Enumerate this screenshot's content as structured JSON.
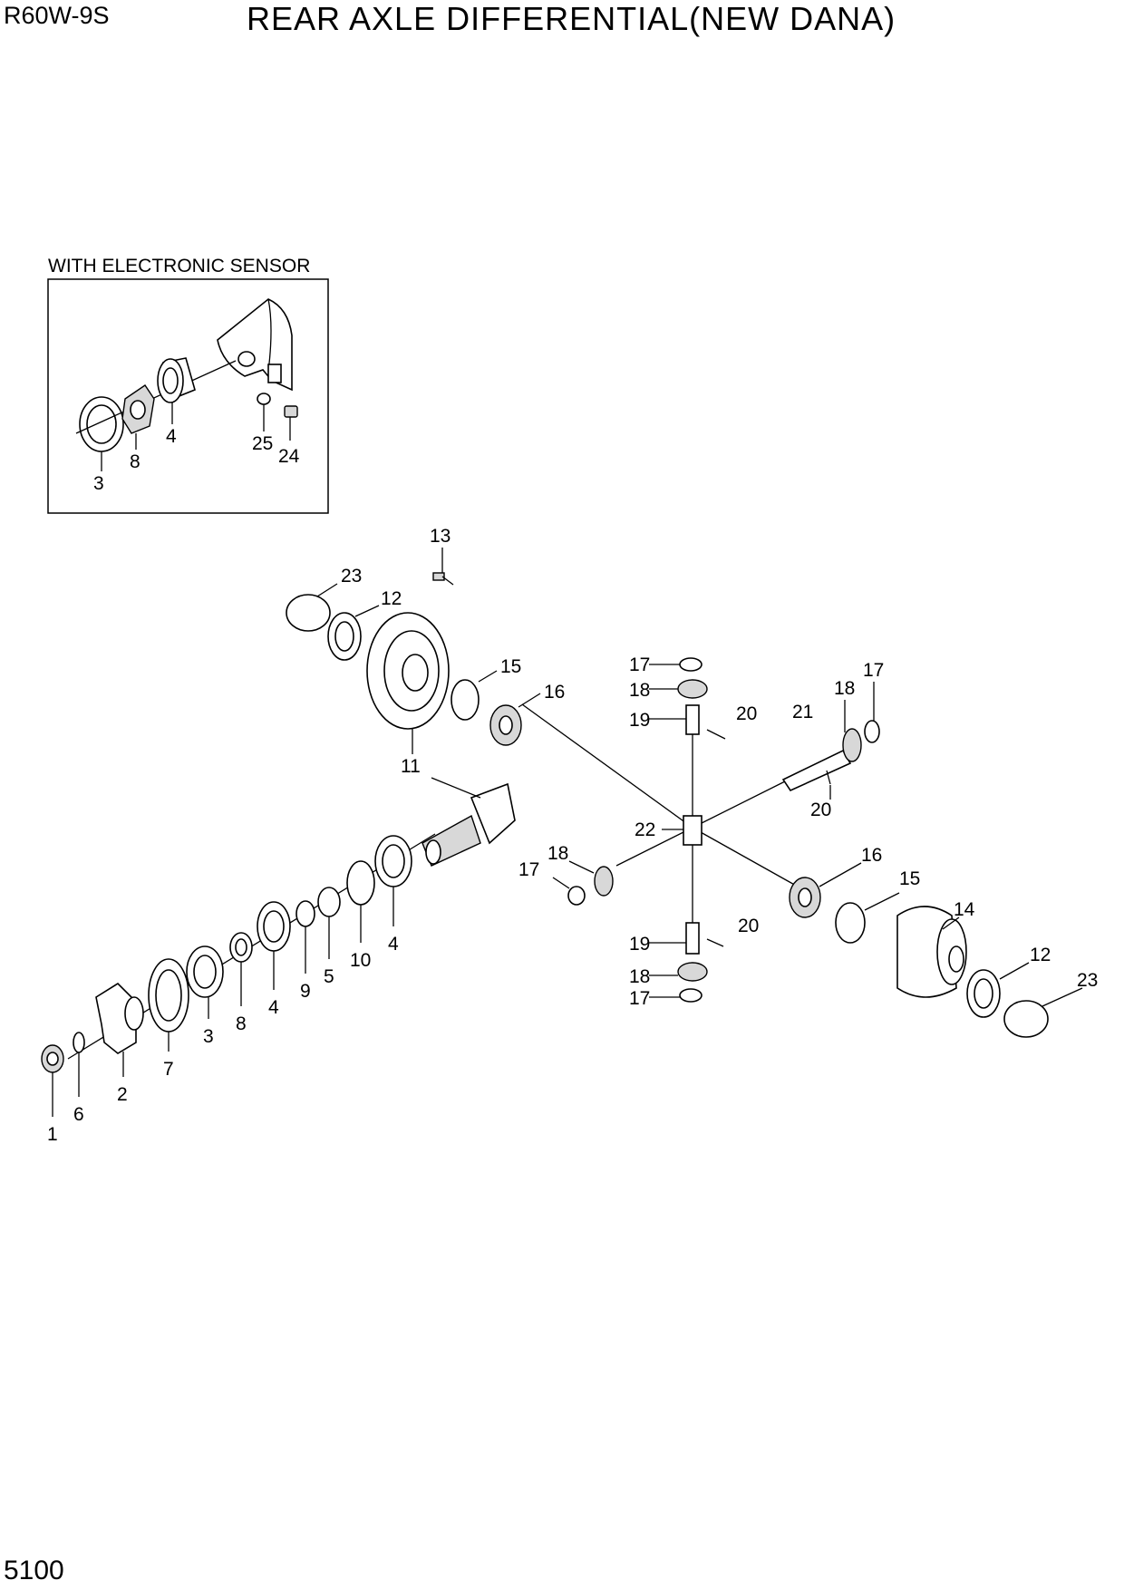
{
  "header": {
    "model": "R60W-9S",
    "title": "REAR AXLE DIFFERENTIAL(NEW DANA)"
  },
  "footer": {
    "page_number": "5100"
  },
  "inset": {
    "caption": "WITH ELECTRONIC SENSOR",
    "callouts": [
      "3",
      "8",
      "4",
      "25",
      "24"
    ]
  },
  "callouts": [
    "1",
    "6",
    "2",
    "7",
    "3",
    "8",
    "4",
    "9",
    "5",
    "10",
    "4",
    "11",
    "13",
    "23",
    "12",
    "15",
    "16",
    "17",
    "18",
    "19",
    "20",
    "21",
    "18",
    "17",
    "20",
    "22",
    "18",
    "17",
    "16",
    "15",
    "14",
    "12",
    "23",
    "19",
    "20",
    "18",
    "17"
  ]
}
